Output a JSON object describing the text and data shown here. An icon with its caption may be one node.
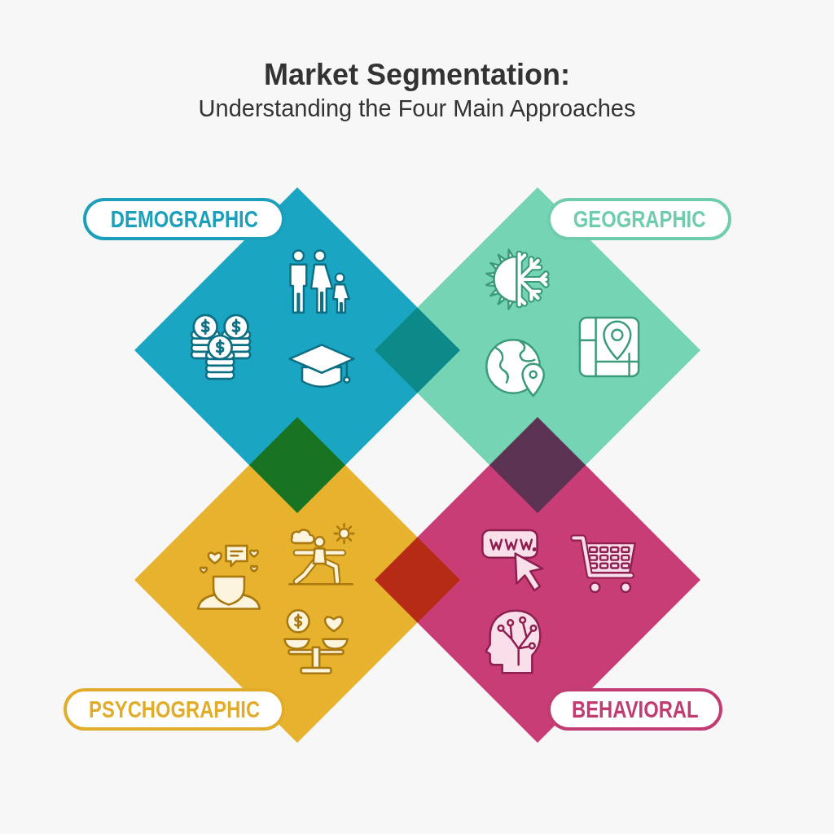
{
  "diagram": {
    "title": "Market Segmentation:",
    "nodes": [
      {
        "text": [
          "DEMOGRAPHIC"
        ]
      },
      {
        "text": [
          "GEOGRAPHIC"
        ]
      },
      {
        "text": [
          "PSYCHOGRAPHIC"
        ]
      },
      {
        "text": [
          "BEHAVIORAL"
        ]
      }
    ],
    "labels": [
      "Understanding the Four Main Approaches"
    ]
  }
}
